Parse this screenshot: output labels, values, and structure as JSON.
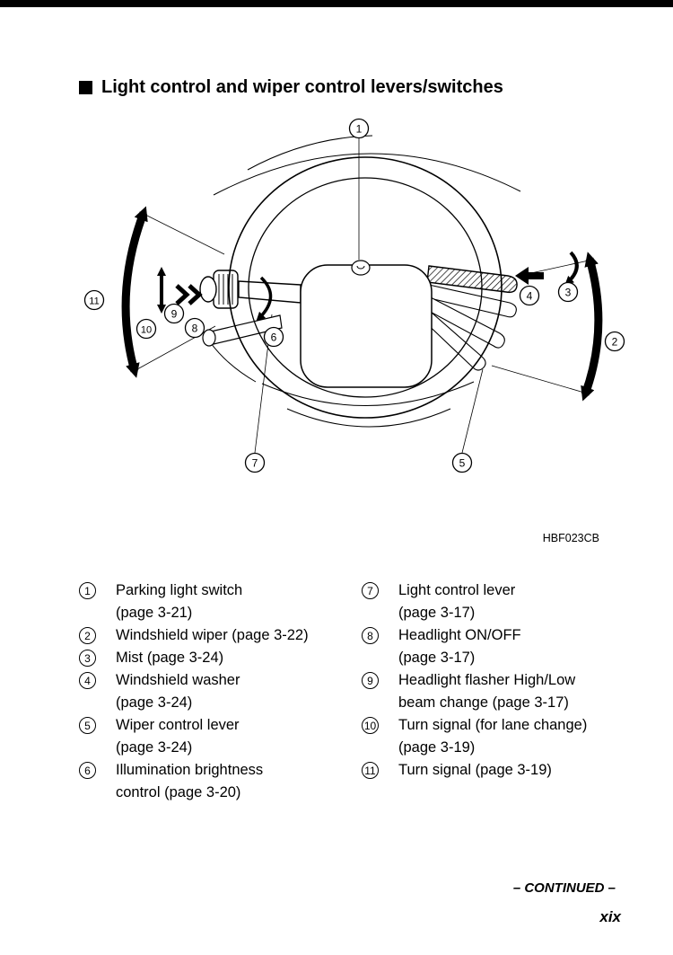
{
  "page": {
    "heading": "Light control and wiper control levers/switches",
    "figure_code": "HBF023CB",
    "footer": {
      "continued": "– CONTINUED –",
      "page_number": "xix"
    }
  },
  "diagram": {
    "description": "steering-wheel-with-control-levers",
    "callouts": [
      "1",
      "2",
      "3",
      "4",
      "5",
      "6",
      "7",
      "8",
      "9",
      "10",
      "11"
    ]
  },
  "legend": {
    "left": [
      {
        "num": "1",
        "lines": [
          "Parking light switch",
          "(page 3-21)"
        ]
      },
      {
        "num": "2",
        "lines": [
          "Windshield wiper (page 3-22)"
        ]
      },
      {
        "num": "3",
        "lines": [
          "Mist (page 3-24)"
        ]
      },
      {
        "num": "4",
        "lines": [
          "Windshield washer",
          "(page 3-24)"
        ]
      },
      {
        "num": "5",
        "lines": [
          "Wiper control lever",
          "(page 3-24)"
        ]
      },
      {
        "num": "6",
        "lines": [
          "Illumination brightness",
          "control (page 3-20)"
        ]
      }
    ],
    "right": [
      {
        "num": "7",
        "lines": [
          "Light control lever",
          "(page 3-17)"
        ]
      },
      {
        "num": "8",
        "lines": [
          "Headlight ON/OFF",
          "(page 3-17)"
        ]
      },
      {
        "num": "9",
        "lines": [
          "Headlight flasher High/Low",
          "beam change (page 3-17)"
        ]
      },
      {
        "num": "10",
        "lines": [
          "Turn signal (for lane change)",
          "(page 3-19)"
        ]
      },
      {
        "num": "11",
        "lines": [
          "Turn signal (page 3-19)"
        ]
      }
    ]
  }
}
